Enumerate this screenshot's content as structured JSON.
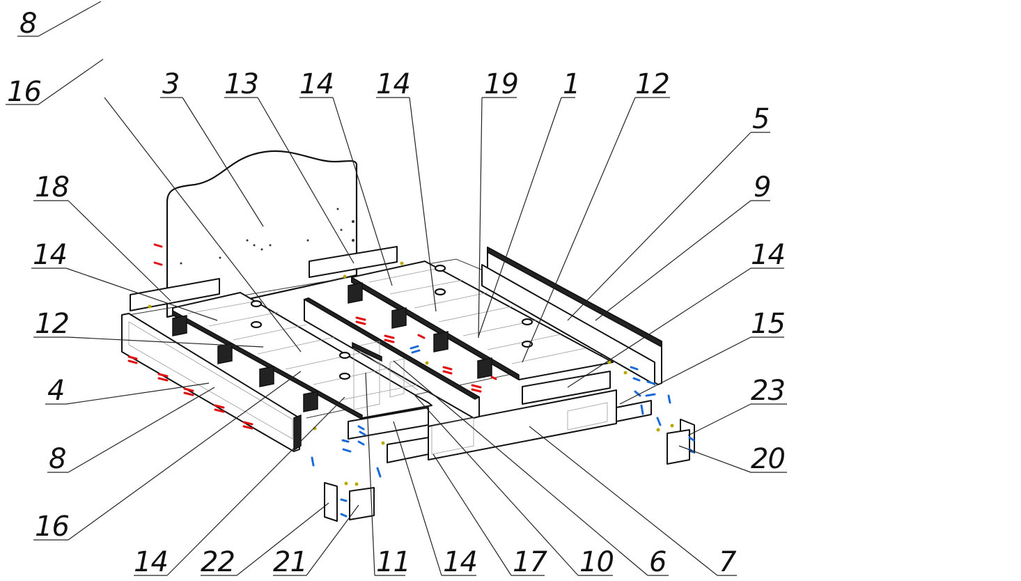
{
  "diagram": {
    "callouts": [
      {
        "id": "c-8-top",
        "text": "8"
      },
      {
        "id": "c-16-top",
        "text": "16"
      },
      {
        "id": "c-3",
        "text": "3"
      },
      {
        "id": "c-13",
        "text": "13"
      },
      {
        "id": "c-14-a",
        "text": "14"
      },
      {
        "id": "c-14-b",
        "text": "14"
      },
      {
        "id": "c-19",
        "text": "19"
      },
      {
        "id": "c-1",
        "text": "1"
      },
      {
        "id": "c-12-top",
        "text": "12"
      },
      {
        "id": "c-5",
        "text": "5"
      },
      {
        "id": "c-9",
        "text": "9"
      },
      {
        "id": "c-18",
        "text": "18"
      },
      {
        "id": "c-14-left",
        "text": "14"
      },
      {
        "id": "c-14-right",
        "text": "14"
      },
      {
        "id": "c-12-left",
        "text": "12"
      },
      {
        "id": "c-15",
        "text": "15"
      },
      {
        "id": "c-4",
        "text": "4"
      },
      {
        "id": "c-23",
        "text": "23"
      },
      {
        "id": "c-8",
        "text": "8"
      },
      {
        "id": "c-20",
        "text": "20"
      },
      {
        "id": "c-16",
        "text": "16"
      },
      {
        "id": "c-14-b1",
        "text": "14"
      },
      {
        "id": "c-22",
        "text": "22"
      },
      {
        "id": "c-21",
        "text": "21"
      },
      {
        "id": "c-11",
        "text": "11"
      },
      {
        "id": "c-14-b2",
        "text": "14"
      },
      {
        "id": "c-17",
        "text": "17"
      },
      {
        "id": "c-10",
        "text": "10"
      },
      {
        "id": "c-6",
        "text": "6"
      },
      {
        "id": "c-7",
        "text": "7"
      }
    ],
    "colors": {
      "line": "#111111",
      "screw_red": "#e01010",
      "dowel_blue": "#1a6ad8",
      "cam_olive": "#b8a800"
    }
  }
}
